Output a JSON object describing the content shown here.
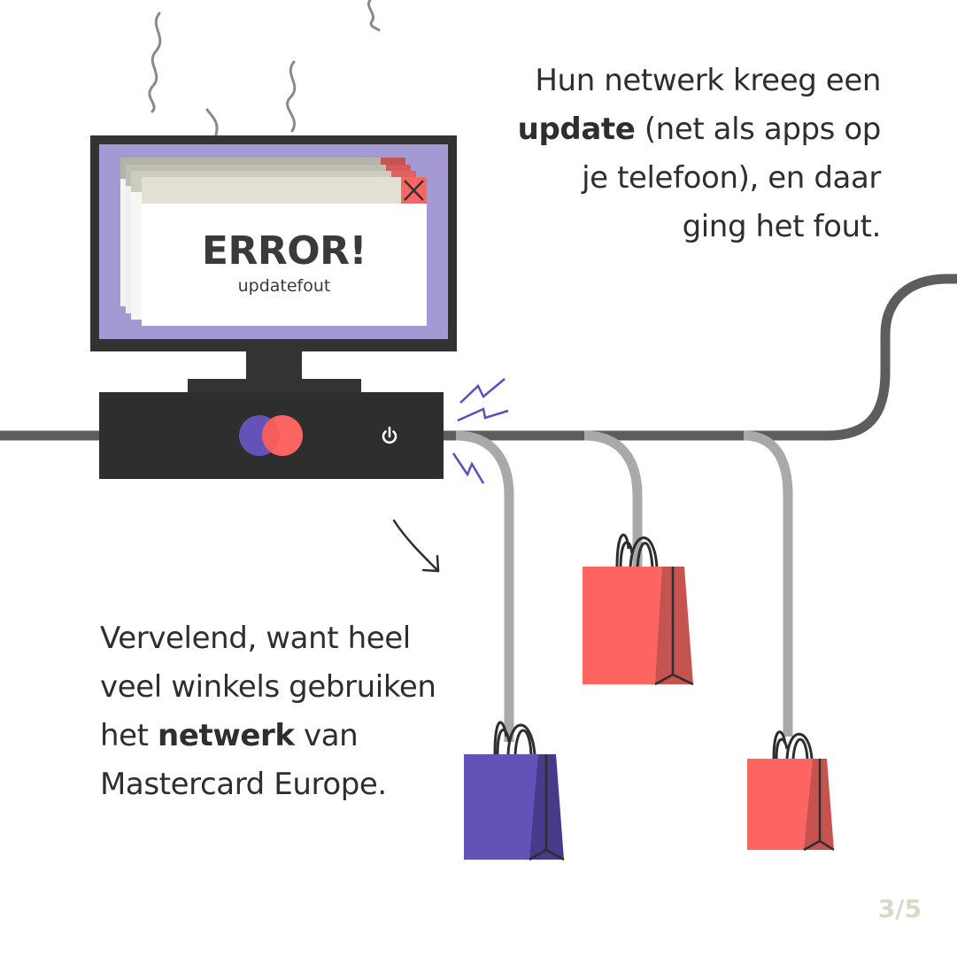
{
  "caption_top": {
    "line1": "Hun netwerk kreeg een",
    "bold": "update",
    "line2_rest": " (net als apps op",
    "line3": "je telefoon), en daar",
    "line4": "ging het fout."
  },
  "caption_bottom": {
    "line1": "Vervelend, want heel",
    "line2": "veel winkels gebruiken",
    "line3_pre": "het ",
    "bold": "netwerk",
    "line3_post": " van",
    "line4": "Mastercard Europe."
  },
  "error_window": {
    "title": "ERROR!",
    "subtitle": "updatefout"
  },
  "page_counter": "3/5",
  "icons": {
    "power": "power-icon",
    "close": "close-icon",
    "logo": "mastercard-logo"
  },
  "colors": {
    "background": "#ffffff",
    "text": "#2e2e2e",
    "monitor": "#333333",
    "screen": "#a599d3",
    "cable": "#5d5d5d",
    "branch": "#a9a9a9",
    "bag_red": "#fd6562",
    "bag_red_dark": "#c55350",
    "bag_purple": "#6452b8",
    "bag_purple_dark": "#463a8a",
    "spark": "#5d4ec0",
    "counter": "#d9d8c9"
  }
}
